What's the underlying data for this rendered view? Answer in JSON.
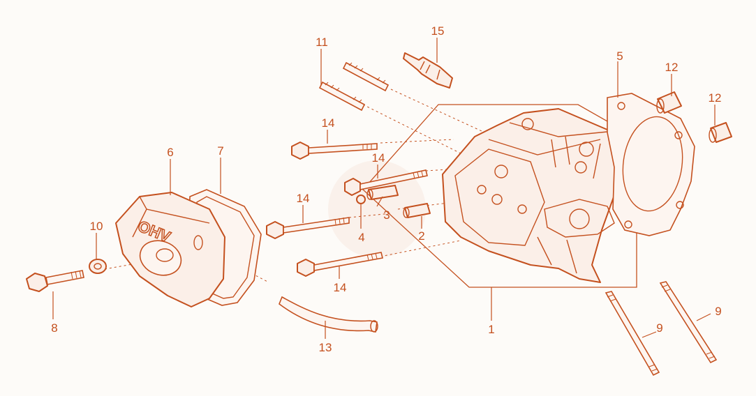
{
  "diagram": {
    "callouts": [
      {
        "id": "c1",
        "text": "1"
      },
      {
        "id": "c2",
        "text": "2"
      },
      {
        "id": "c3",
        "text": "3"
      },
      {
        "id": "c4",
        "text": "4"
      },
      {
        "id": "c5",
        "text": "5"
      },
      {
        "id": "c6",
        "text": "6"
      },
      {
        "id": "c7",
        "text": "7"
      },
      {
        "id": "c8",
        "text": "8"
      },
      {
        "id": "c9a",
        "text": "9"
      },
      {
        "id": "c9b",
        "text": "9"
      },
      {
        "id": "c10",
        "text": "10"
      },
      {
        "id": "c11",
        "text": "11"
      },
      {
        "id": "c12a",
        "text": "12"
      },
      {
        "id": "c12b",
        "text": "12"
      },
      {
        "id": "c13",
        "text": "13"
      },
      {
        "id": "c14a",
        "text": "14"
      },
      {
        "id": "c14b",
        "text": "14"
      },
      {
        "id": "c14c",
        "text": "14"
      },
      {
        "id": "c14d",
        "text": "14"
      },
      {
        "id": "c15",
        "text": "15"
      }
    ],
    "cover_marking": "OHV",
    "line_color": "#c4501e"
  }
}
